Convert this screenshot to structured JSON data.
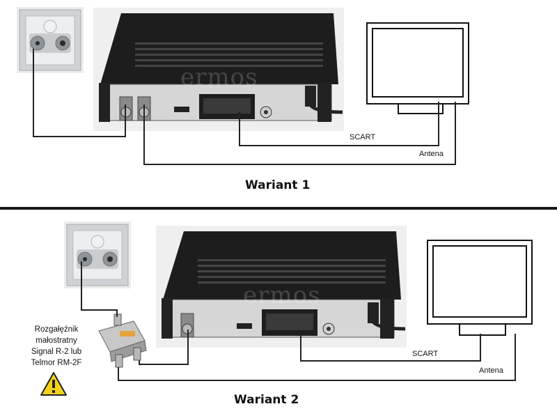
{
  "variant1": {
    "title": "Wariant 1",
    "label_scart": "SCART",
    "label_antenna": "Antena"
  },
  "variant2": {
    "title": "Wariant 2",
    "label_scart": "SCART",
    "label_antenna": "Antena",
    "splitter_caption": [
      "Rozgałęźnik",
      "małostratny",
      "Signal R-2 lub",
      "Telmor RM-2F"
    ]
  },
  "watermark": "ermos",
  "colors": {
    "divider": "#1a1a1a",
    "device_body": "#1c1c1c",
    "panel": "#d9d9d9",
    "cable": "#222222",
    "warning": "#f2d21b"
  }
}
